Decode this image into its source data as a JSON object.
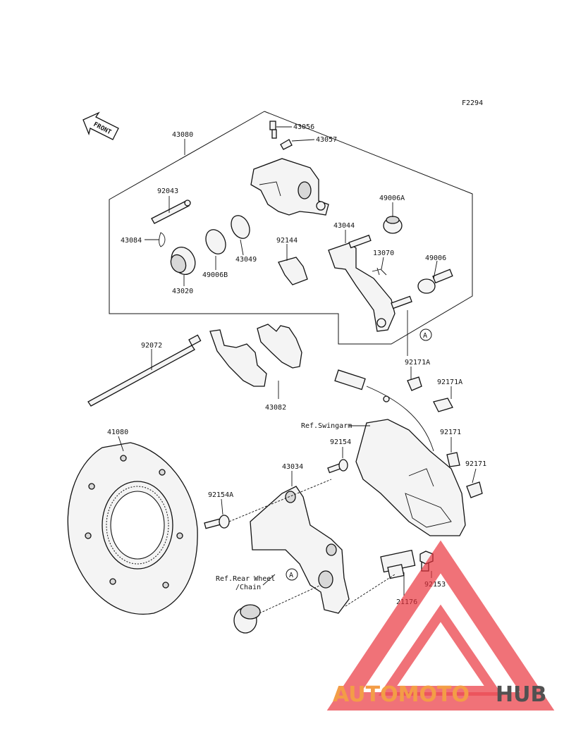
{
  "figure_code": "F2294",
  "front_label": "FRONT",
  "ref_labels": {
    "swingarm": "Ref.Swingarm",
    "rear_wheel_line1": "Ref.Rear Wheel",
    "rear_wheel_line2": "/Chain"
  },
  "circle_marker": "A",
  "parts": {
    "p43080": "43080",
    "p43056": "43056",
    "p43057": "43057",
    "p92043": "92043",
    "p49006A": "49006A",
    "p43044": "43044",
    "p43084": "43084",
    "p92144": "92144",
    "p13070": "13070",
    "p49006": "49006",
    "p49006B": "49006B",
    "p43049": "43049",
    "p43020": "43020",
    "p92072": "92072",
    "p92171A_1": "92171A",
    "p92171A_2": "92171A",
    "p43082": "43082",
    "p41080": "41080",
    "p92154": "92154",
    "p92171_1": "92171",
    "p92171_2": "92171",
    "p43034": "43034",
    "p92154A": "92154A",
    "p92153": "92153",
    "p21176": "21176"
  },
  "watermark": {
    "part1": "AUTOMOTO",
    "part2": "HUB",
    "color_primary": "#f28c28",
    "color_secondary": "#333333",
    "triangle_color": "#e8303a"
  }
}
